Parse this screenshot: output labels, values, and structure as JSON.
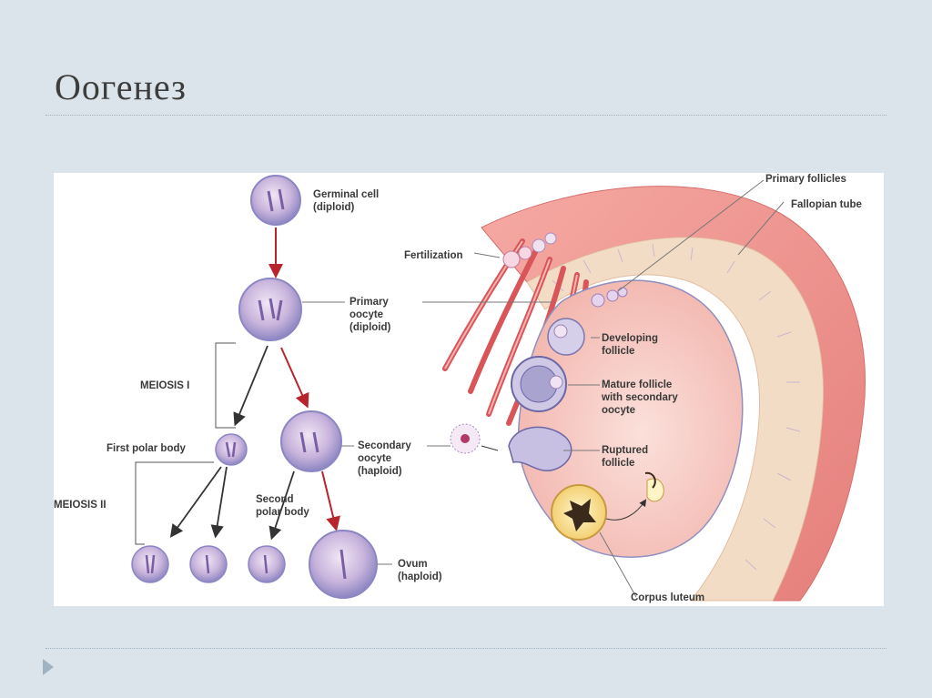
{
  "slide": {
    "title": "Оогенез"
  },
  "diagram": {
    "labels": {
      "germinal_cell": [
        "Germinal cell",
        "(diploid)"
      ],
      "primary_oocyte": [
        "Primary",
        "oocyte",
        "(diploid)"
      ],
      "meiosis_1": "MEIOSIS I",
      "meiosis_2": "MEIOSIS II",
      "first_polar_body": "First polar body",
      "secondary_oocyte": [
        "Secondary",
        "oocyte",
        "(haploid)"
      ],
      "second_polar_body": [
        "Second",
        "polar body"
      ],
      "ovum": [
        "Ovum",
        "(haploid)"
      ],
      "fertilization": "Fertilization",
      "primary_follicles": "Primary follicles",
      "fallopian_tube": "Fallopian tube",
      "developing_follicle": [
        "Developing",
        "follicle"
      ],
      "mature_follicle": [
        "Mature follicle",
        "with secondary",
        "oocyte"
      ],
      "ruptured_follicle": [
        "Ruptured",
        "follicle"
      ],
      "corpus_luteum": "Corpus luteum"
    }
  }
}
